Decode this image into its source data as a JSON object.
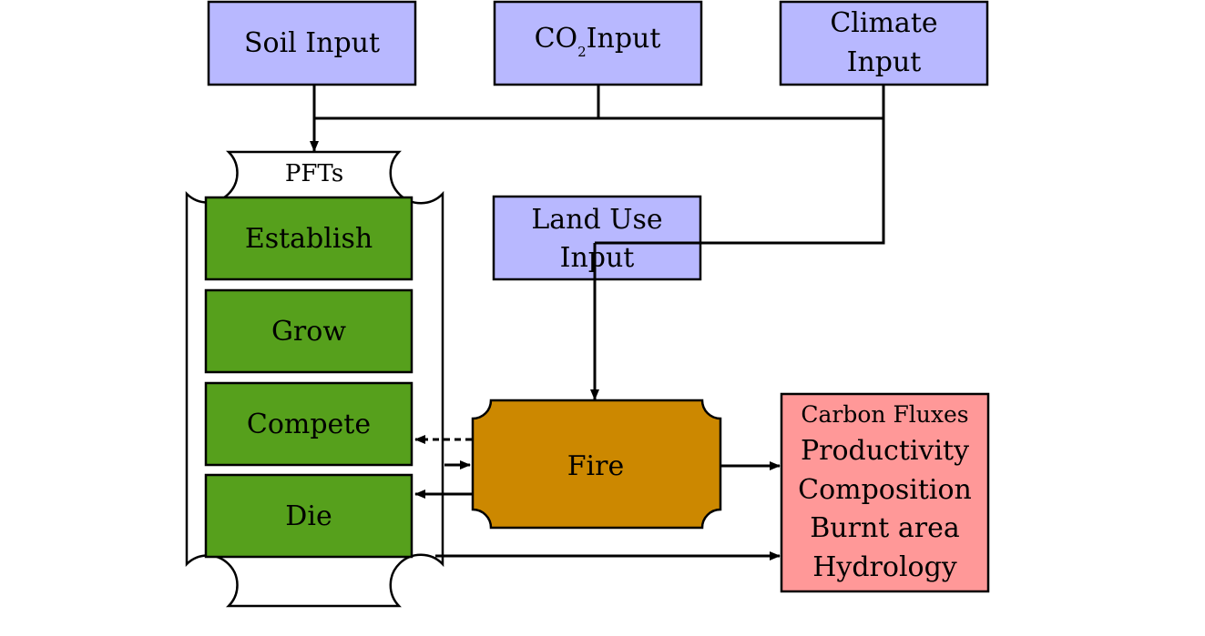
{
  "inputs": {
    "soil": "Soil Input",
    "co2_prefix": "CO",
    "co2_sub": "2",
    "co2_suffix": "Input",
    "climate_line1": "Climate",
    "climate_line2": "Input",
    "landuse_line1": "Land Use",
    "landuse_line2": "Input"
  },
  "pfts": {
    "title": "PFTs",
    "processes": [
      "Establish",
      "Grow",
      "Compete",
      "Die"
    ]
  },
  "fire": {
    "label": "Fire"
  },
  "outputs": {
    "heading": "Carbon Fluxes",
    "items": [
      "Productivity",
      "Composition",
      "Burnt area",
      "Hydrology"
    ]
  },
  "colors": {
    "input": "#b8b8ff",
    "pft_process": "#56a01c",
    "fire": "#cc8800",
    "output": "#ff9898"
  }
}
